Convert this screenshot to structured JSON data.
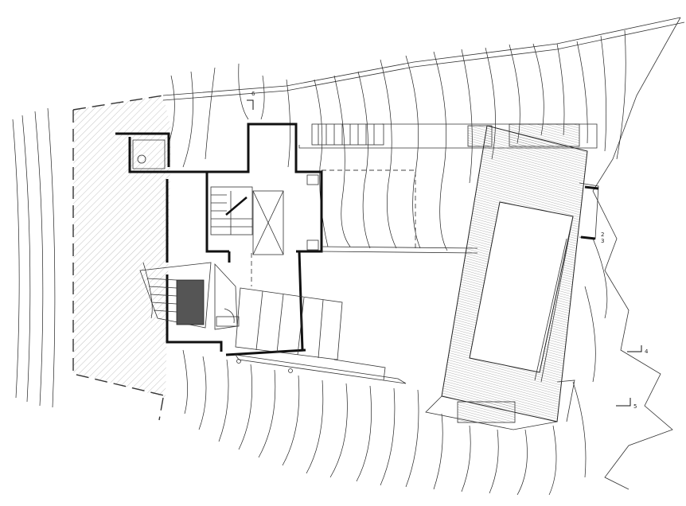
{
  "section_markers": [
    {
      "id": "marker-6",
      "label": "6"
    },
    {
      "id": "marker-2",
      "label": "2"
    },
    {
      "id": "marker-3",
      "label": "3"
    },
    {
      "id": "marker-4",
      "label": "4"
    },
    {
      "id": "marker-5",
      "label": "5"
    }
  ],
  "colors": {
    "line": "#222222",
    "wall": "#111111",
    "dark_fill": "#555555",
    "background": "#ffffff"
  }
}
